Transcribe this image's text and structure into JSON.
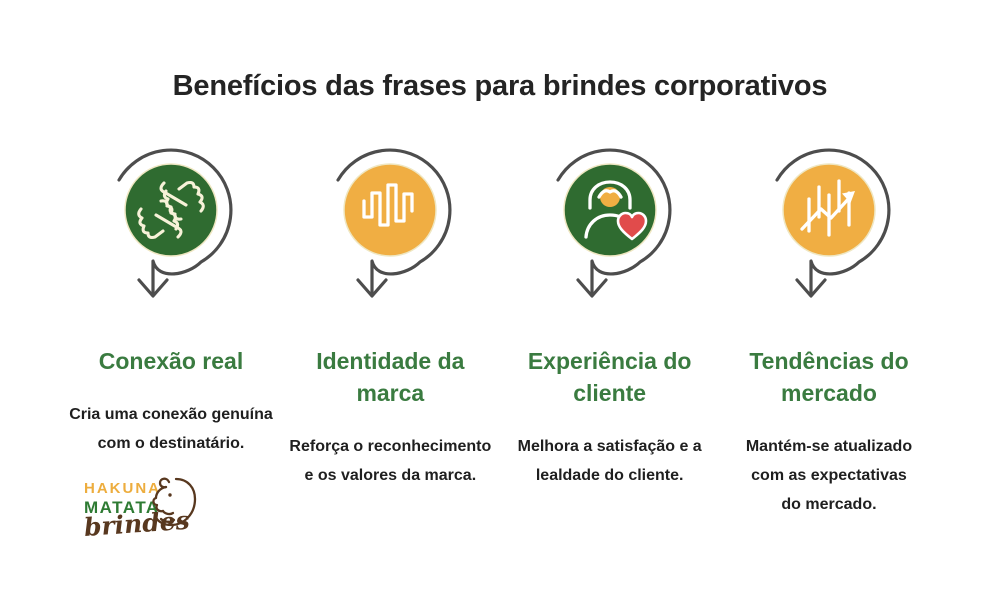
{
  "title": "Benefícios das frases para brindes corporativos",
  "colors": {
    "title_color": "#242424",
    "loop_gray": "#4d4d4d",
    "green_circle": "#2f6b30",
    "yellow_circle": "#f0ae43",
    "icon_cream": "#f7f2d8",
    "cream_ring": "#efe7c2",
    "heart_red": "#e14b4b",
    "heading_green": "#3a7b40",
    "body_text": "#1f1f1f",
    "logo_yellow": "#edad3e",
    "logo_green": "#2e7b33",
    "logo_brown": "#58381f"
  },
  "columns": [
    {
      "icon": "handshake-icon",
      "circle_color": "green",
      "title": "Conexão real",
      "description_lines": [
        "Cria uma conexão genuína",
        "com o destinatário."
      ]
    },
    {
      "icon": "soundwave-icon",
      "circle_color": "yellow",
      "title": "Identidade da marca",
      "description_lines": [
        "Reforça o reconhecimento",
        "e os valores da marca."
      ]
    },
    {
      "icon": "customer-heart-icon",
      "circle_color": "green",
      "title": "Experiência do cliente",
      "description_lines": [
        "Melhora a satisfação e a",
        "lealdade do cliente."
      ]
    },
    {
      "icon": "trend-chart-icon",
      "circle_color": "yellow",
      "title": "Tendências do mercado",
      "description_lines": [
        "Mantém-se atualizado",
        "com as expectativas",
        "do mercado."
      ]
    }
  ],
  "logo": {
    "line1": "HAKUNA",
    "line2": "MATATA",
    "line3": "brindes"
  }
}
